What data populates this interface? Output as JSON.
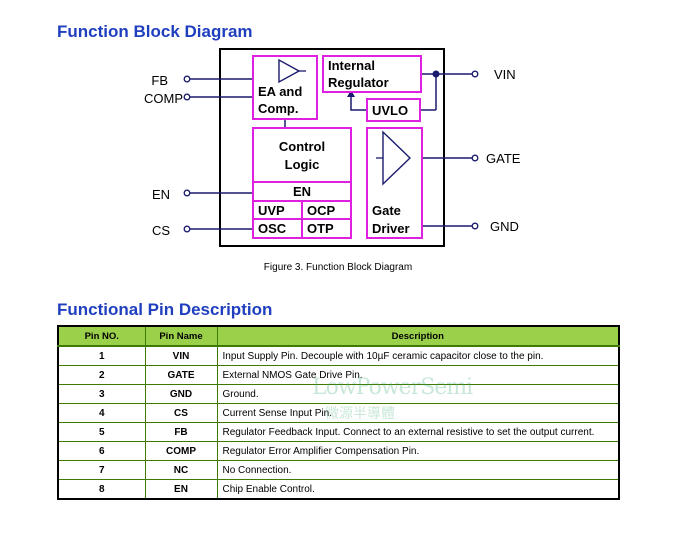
{
  "headings": {
    "block_diagram": "Function Block Diagram",
    "pin_description": "Functional Pin Description"
  },
  "diagram": {
    "pins_left": [
      "FB",
      "COMP",
      "EN",
      "CS"
    ],
    "pins_right": [
      "VIN",
      "GATE",
      "GND"
    ],
    "blocks": {
      "ea_line1": "EA and",
      "ea_line2": "Comp.",
      "reg_line1": "Internal",
      "reg_line2": "Regulator",
      "uvlo": "UVLO",
      "ctrl_line1": "Control",
      "ctrl_line2": "Logic",
      "en": "EN",
      "uvp": "UVP",
      "ocp": "OCP",
      "osc": "OSC",
      "otp": "OTP",
      "gate_line1": "Gate",
      "gate_line2": "Driver"
    },
    "colors": {
      "block_border": "#e020e0",
      "line": "#1a1a6e",
      "frame": "#000000"
    }
  },
  "caption": "Figure 3. Function Block Diagram",
  "watermark": {
    "line1": "LowPowerSemi",
    "line2": "微源半導體"
  },
  "table": {
    "headers": [
      "Pin NO.",
      "Pin Name",
      "Description"
    ],
    "header_color": "#9bd14a",
    "rows": [
      [
        "1",
        "VIN",
        "Input Supply Pin. Decouple with 10µF ceramic capacitor close to the pin."
      ],
      [
        "2",
        "GATE",
        "External NMOS Gate Drive Pin."
      ],
      [
        "3",
        "GND",
        "Ground."
      ],
      [
        "4",
        "CS",
        "Current Sense Input Pin."
      ],
      [
        "5",
        "FB",
        "Regulator Feedback Input. Connect to an external resistive to set the output current."
      ],
      [
        "6",
        "COMP",
        "Regulator Error Amplifier Compensation Pin."
      ],
      [
        "7",
        "NC",
        "No Connection."
      ],
      [
        "8",
        "EN",
        "Chip Enable Control."
      ]
    ]
  }
}
